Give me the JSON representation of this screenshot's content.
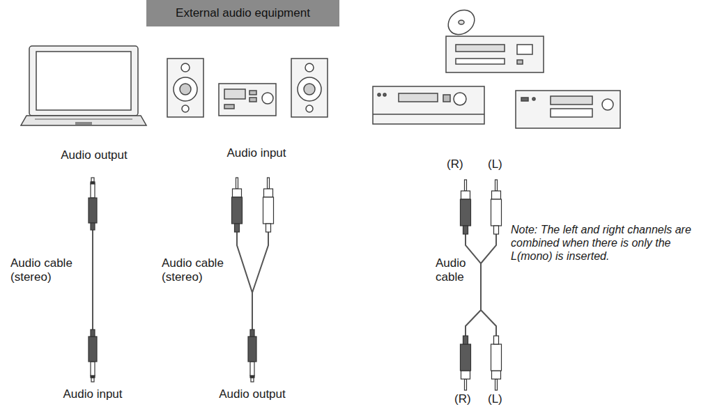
{
  "diagram": {
    "nodes": [
      {
        "text": [
          "External audio equipment"
        ]
      }
    ],
    "labels": [
      "Audio output",
      "Audio input",
      "(R)",
      "(L)",
      "Audio cable (stereo)",
      "Audio cable (stereo)",
      "Audio cable",
      "Note: The left and right channels are combined when there is only the L(mono) is inserted.",
      "Audio input",
      "Audio output",
      "(R)",
      "(L)"
    ]
  }
}
